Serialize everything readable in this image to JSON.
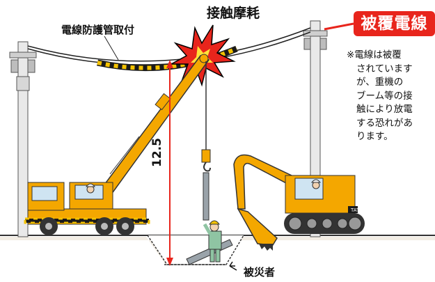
{
  "labels": {
    "sleeve": "電線防護管取付",
    "contact": "接触摩耗",
    "covered_wire": "被覆電線",
    "height": "12.5",
    "victim": "被災者"
  },
  "note": {
    "lines": [
      "※電線は被覆",
      "されています",
      "が、重機の",
      "ブーム等の接",
      "触により放電",
      "する恐れがあ",
      "ります。"
    ]
  },
  "excavator_brand": "TATS",
  "colors": {
    "machine_yellow": "#f4a700",
    "badge_red": "#e8251c",
    "burst_red": "#e8251c",
    "sleeve_black": "#1a1a1a",
    "worker_green": "#8fc4a3",
    "ground_line": "#333333"
  }
}
